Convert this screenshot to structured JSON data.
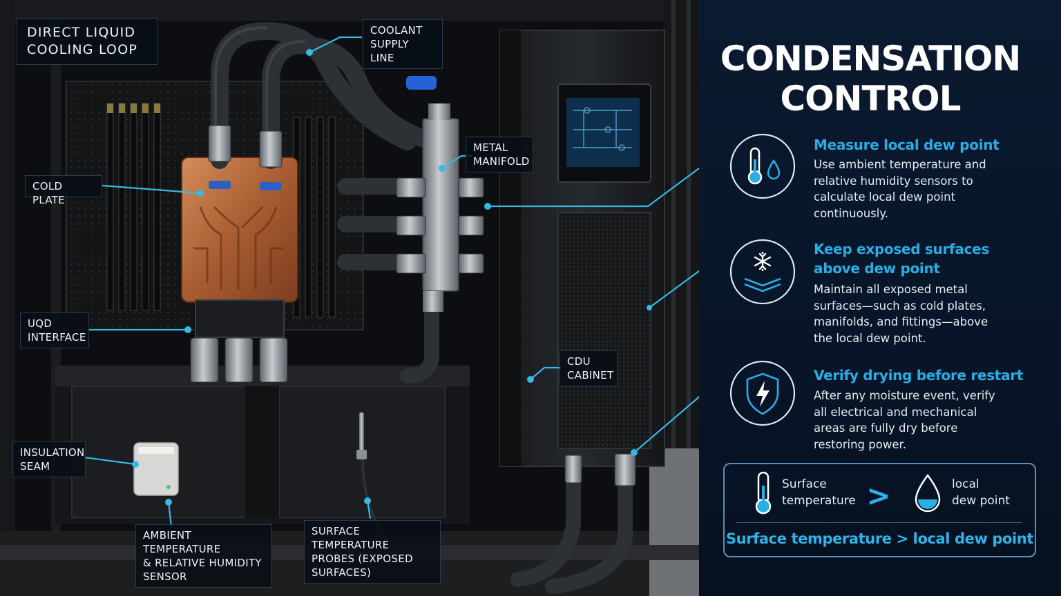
{
  "image_labels": {
    "loop": "DIRECT LIQUID\nCOOLING LOOP",
    "coolant_supply": "COOLANT\nSUPPLY LINE",
    "manifold": "METAL\nMANIFOLD",
    "cold_plate": "COLD PLATE",
    "uqd": "UQD\nINTERFACE",
    "cdu": "CDU\nCABINET",
    "insulation": "INSULATION\nSEAM",
    "ambient_sensor": "AMBIENT TEMPERATURE\n& RELATIVE HUMIDITY\nSENSOR",
    "surface_probes": "SURFACE TEMPERATURE\nPROBES (EXPOSED\nSURFACES)"
  },
  "panel": {
    "title": "CONDENSATION\nCONTROL",
    "steps": [
      {
        "icon": "thermometer-droplet-icon",
        "title": "Measure local dew point",
        "body": "Use ambient temperature and\nrelative humidity sensors to\ncalculate local dew point\ncontinuously."
      },
      {
        "icon": "snowflake-surface-icon",
        "title": "Keep exposed surfaces\nabove dew point",
        "body": "Maintain all exposed metal\nsurfaces—such as cold plates,\nmanifolds, and fittings—above\nthe local dew point."
      },
      {
        "icon": "shield-lightning-icon",
        "title": "Verify drying before restart",
        "body": "After any moisture event, verify\nall electrical and mechanical\nareas are fully dry before\nrestoring power."
      }
    ],
    "rule": {
      "left_icon": "thermometer-icon",
      "left": "Surface\ntemperature",
      "operator": ">",
      "right_icon": "water-drop-icon",
      "right": "local\ndew point",
      "caption": "Surface temperature > local dew point"
    }
  },
  "colors": {
    "accent": "#29aee6",
    "panel_bg": "#0a1a30",
    "copper": "#b8693a",
    "leader_line": "#36b9e6"
  }
}
